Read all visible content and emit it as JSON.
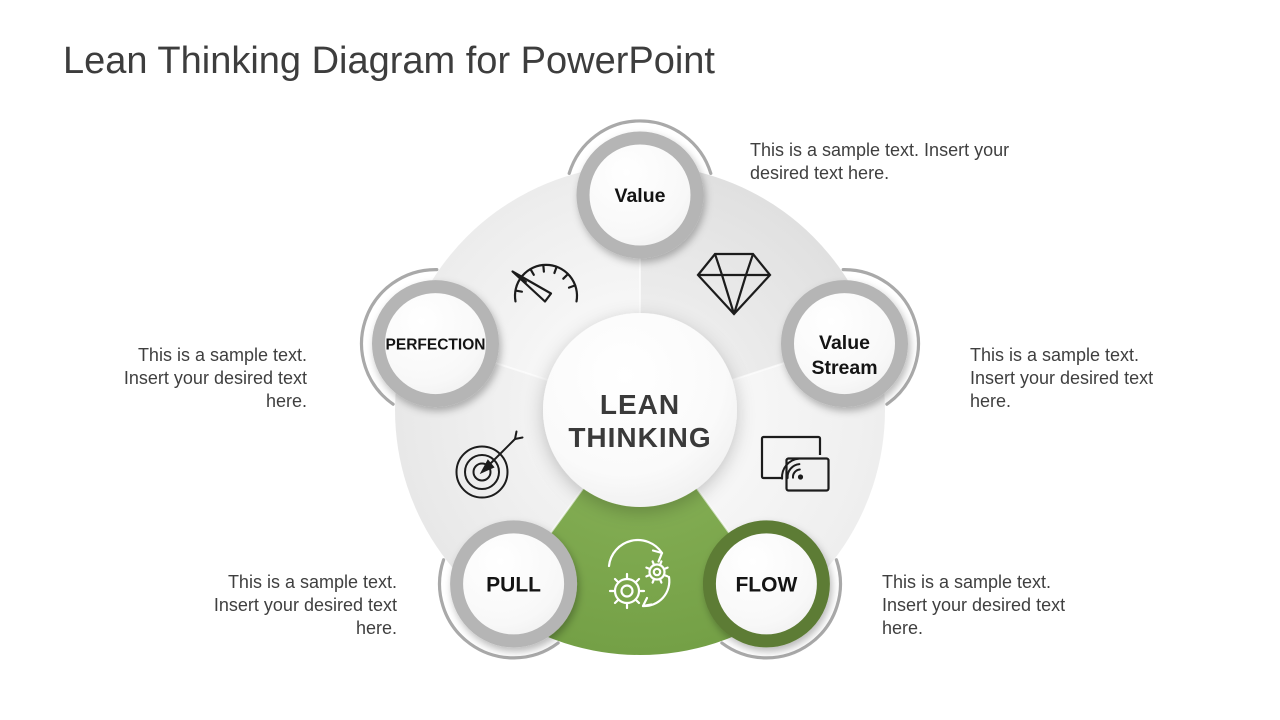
{
  "slide": {
    "title": "Lean Thinking Diagram for PowerPoint"
  },
  "center": {
    "line1": "LEAN",
    "line2": "THINKING"
  },
  "nodes": {
    "value": {
      "label": "Value"
    },
    "value_stream": {
      "line1": "Value",
      "line2": "Stream"
    },
    "flow": {
      "label": "FLOW"
    },
    "pull": {
      "label": "PULL"
    },
    "perfection": {
      "label": "PERFECTION"
    }
  },
  "captions": {
    "value": "This is a sample text. Insert your desired text here.",
    "value_stream": "This is a sample text. Insert your desired text here.",
    "flow": "This is a sample text. Insert your desired text here.",
    "pull": "This is a sample text. Insert your desired text here.",
    "perfection": "This is a sample text. Insert your desired text here."
  },
  "icons": {
    "segment_perfection_value": "speedometer-icon",
    "segment_value_value_stream": "diamond-icon",
    "segment_value_stream_flow": "screen-cast-icon",
    "segment_flow_pull": "gears-sync-icon",
    "segment_pull_perfection": "target-icon"
  },
  "colors": {
    "accent_green_light": "#83ad53",
    "accent_green_dark": "#74a046",
    "flow_ring_green": "#5d7c34",
    "node_ring_gray": "#b5b5b5",
    "arc_gray": "#a9a9a9",
    "title_text": "#3d3d3d",
    "body_text": "#3f3f3f"
  }
}
